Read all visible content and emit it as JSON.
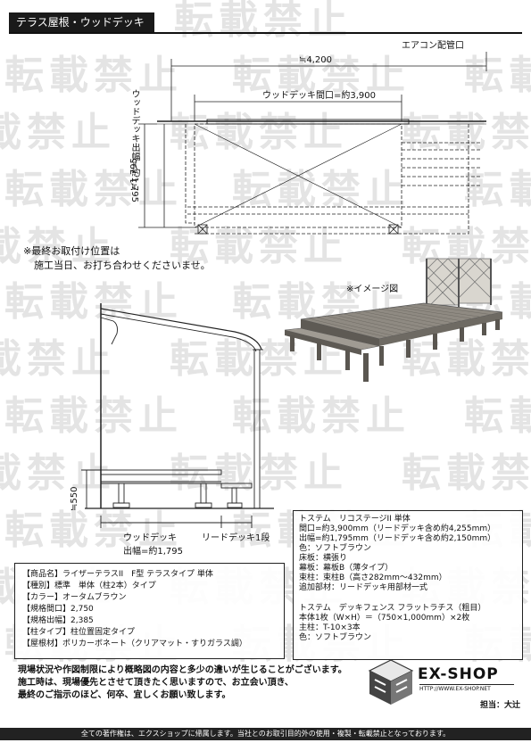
{
  "header": {
    "title": "テラス屋根・ウッドデッキ"
  },
  "watermark": "転載禁止",
  "plan": {
    "aircon_label": "エアコン配管口",
    "total_width": "≒4,200",
    "deck_width": "ウッドデッキ間口=約3,900",
    "roof_depth": "≒1,795",
    "deck_depth": "ウッドデッキ出幅=約1,795"
  },
  "note": {
    "line1": "※最終お取付け位置は",
    "line2": "施工当日、お打ち合わせくださいませ。"
  },
  "image_note": "※イメージ図",
  "section": {
    "height": "≒550",
    "deck_label": "ウッドデッキ",
    "lead_label": "リードデッキ1段",
    "depth_label": "出幅=約1,795"
  },
  "deck_spec": {
    "lines": [
      "トステム　リコステージII 単体",
      "間口=約3,900mm（リードデッキ含め約4,255mm）",
      "出幅=約1,795mm（リードデッキ含め約2,150mm）",
      "色：ソフトブラウン",
      "床板：横張り",
      "幕板：幕板B（薄タイプ）",
      "束柱：束柱B（高さ282mm～432mm）",
      "追加部材：リードデッキ用部材一式"
    ],
    "fence_lines": [
      "トステム　デッキフェンス フラットラチス（粗目）",
      "本体1枚（W×H）＝（750×1,000mm）×2枚",
      "主柱：T-10×3本",
      "色：ソフトブラウン"
    ]
  },
  "product_spec": {
    "lines": [
      "【商品名】ライザーテラスII　F型 テラスタイプ 単体",
      "【種別】標準　単体（柱2本）タイプ",
      "【カラー】オータムブラウン",
      "【規格間口】2,750",
      "【規格出幅】2,385",
      "【柱タイプ】柱位置固定タイプ",
      "【屋根材】ポリカーボネート（クリアマット・すりガラス調）"
    ]
  },
  "bottom_note": {
    "line1": "現場状況や作図制限により概略図の内容と多少の違いが生じることがございます。",
    "line2": "施工時は、現場優先とさせて頂きたく思いますので、お立会い頂き、",
    "line3": "最終のご指示のほど、何卒、宜しくお願い致します。"
  },
  "logo": {
    "name": "EX-SHOP",
    "url": "HTTP://WWW.EX-SHOP.NET",
    "staff": "担当：大辻"
  },
  "footer": {
    "text": "全ての著作権は、エクスショップに帰属します。当社とのお取引目的外の使用・複製・転載禁止となっております。"
  }
}
